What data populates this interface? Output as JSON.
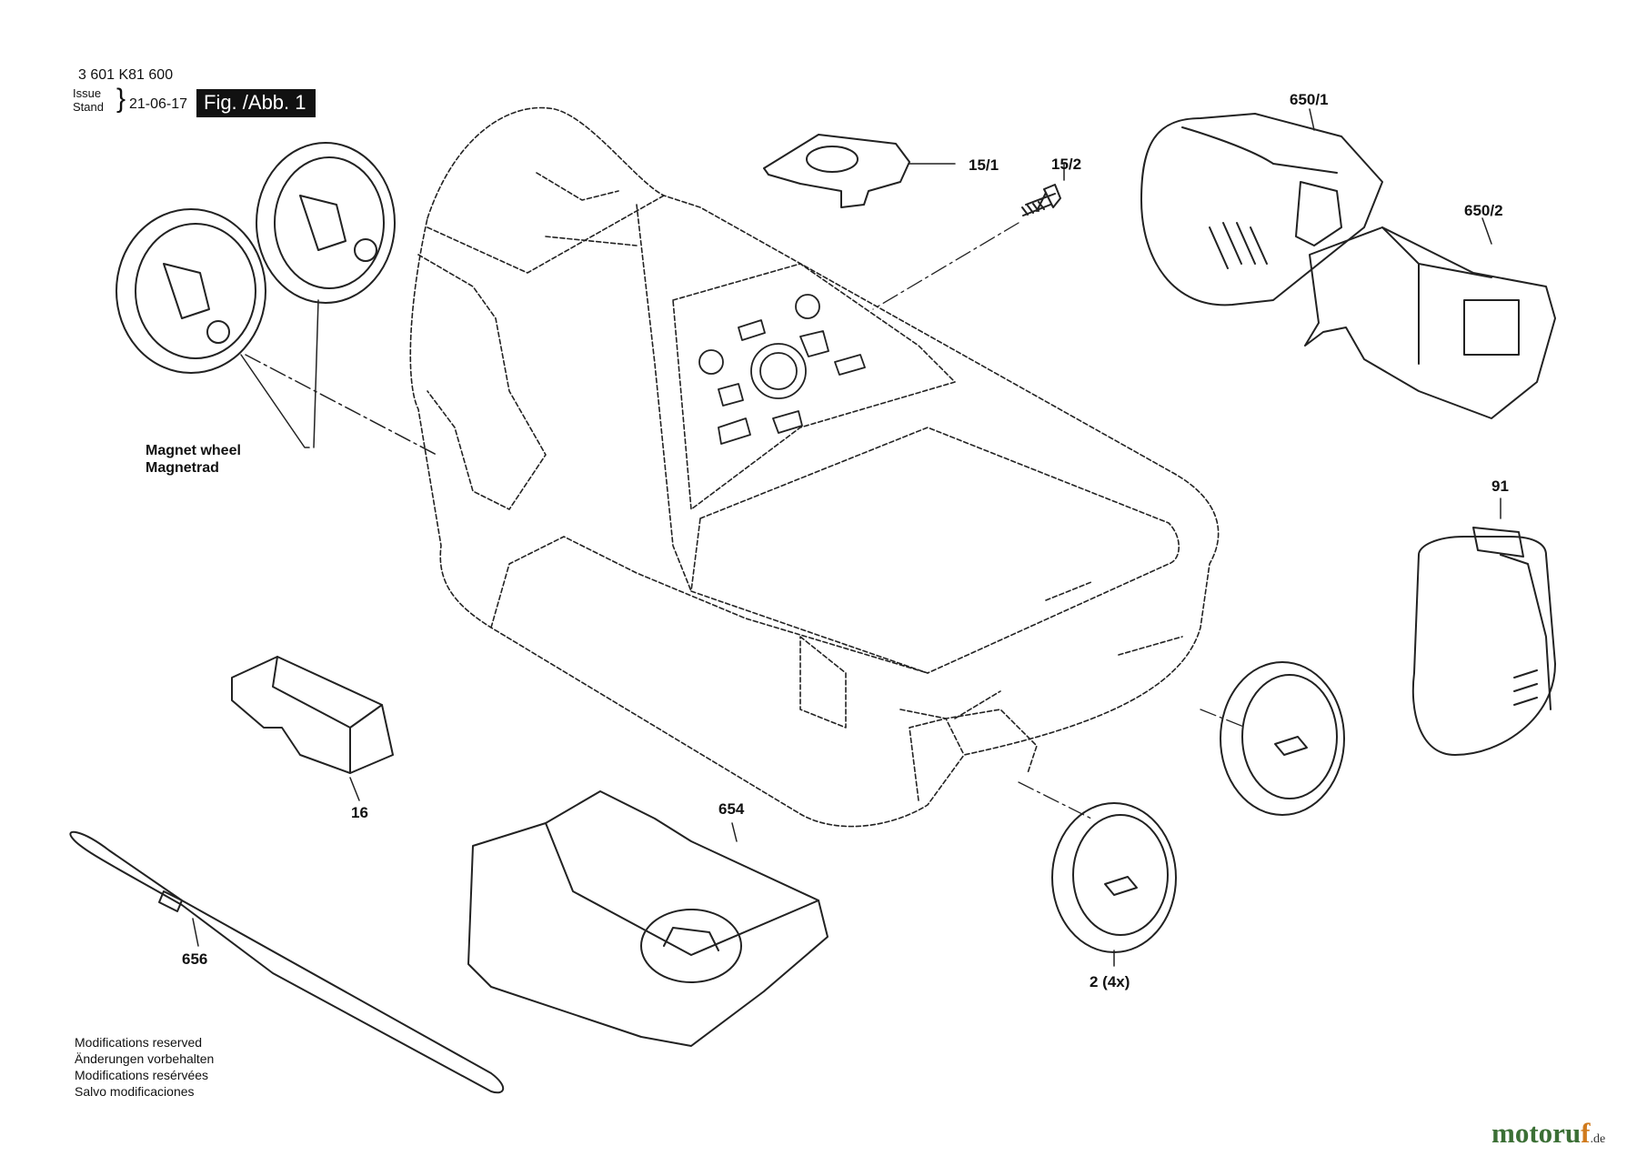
{
  "header": {
    "part_number": "3 601 K81 600",
    "issue_label": "Issue",
    "stand_label": "Stand",
    "date": "21-06-17",
    "figure": "Fig. /Abb. 1"
  },
  "callouts": {
    "p15_1": "15/1",
    "p15_2": "15/2",
    "p650_1": "650/1",
    "p650_2": "650/2",
    "p91": "91",
    "p16": "16",
    "p654": "654",
    "p656": "656",
    "p2": "2 (4x)",
    "magnet_wheel_en": "Magnet wheel",
    "magnet_wheel_de": "Magnetrad"
  },
  "footer": {
    "line1": "Modifications reserved",
    "line2": "Änderungen vorbehalten",
    "line3": "Modifications resérvées",
    "line4": "Salvo modificaciones"
  },
  "watermark": {
    "brand_a": "motoru",
    "brand_f": "f",
    "brand_tld": ".de"
  }
}
